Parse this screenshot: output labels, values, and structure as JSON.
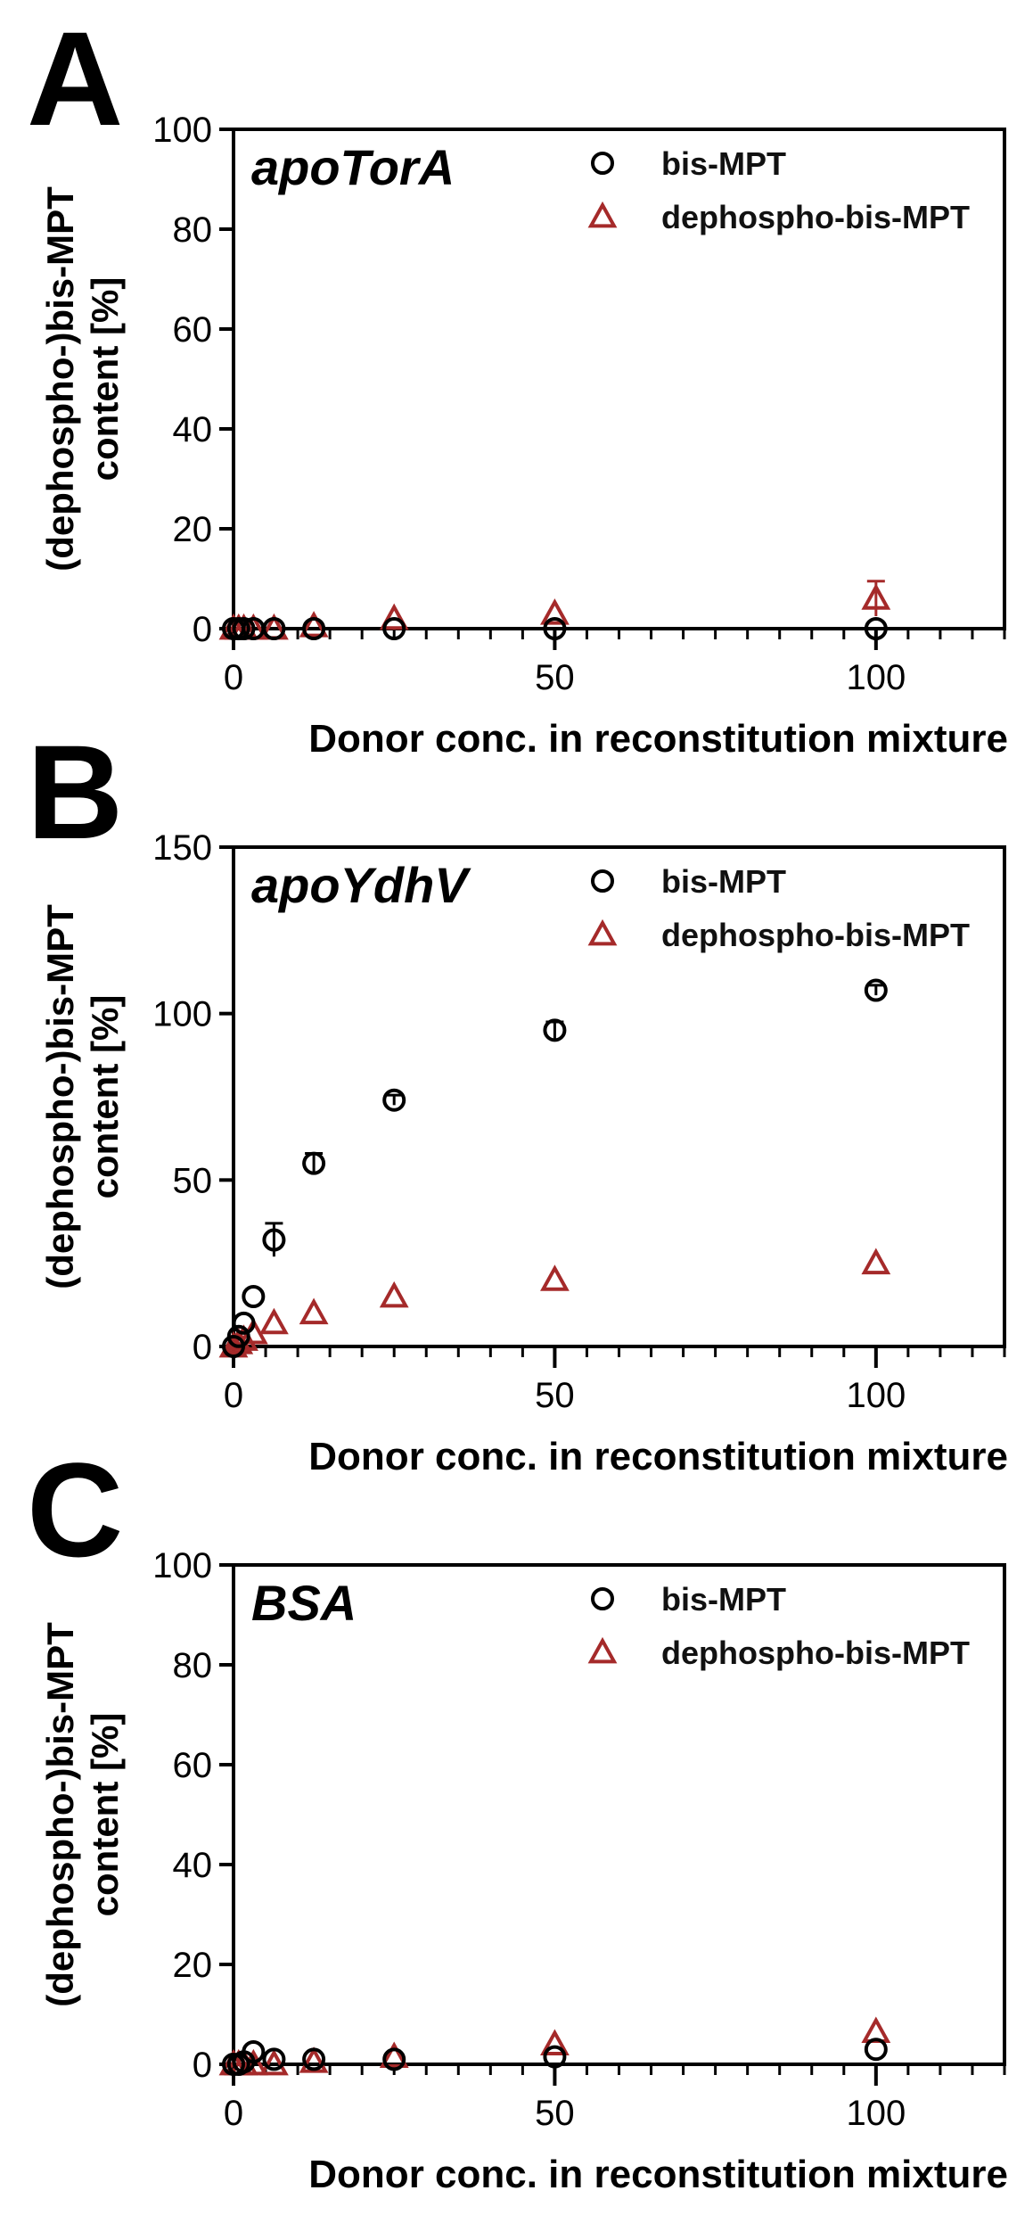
{
  "chart_data": [
    {
      "type": "scatter",
      "panel_label": "A",
      "title": "apoTorA",
      "xlabel": "Donor conc. in reconstitution mixture",
      "ylabel_line1": "(dephospho-)bis-MPT",
      "ylabel_line2": "content [%]",
      "xlim": [
        0,
        120
      ],
      "ylim": [
        0,
        100
      ],
      "xticks": [
        0,
        50,
        100
      ],
      "yticks": [
        0,
        20,
        40,
        60,
        80,
        100
      ],
      "grid": false,
      "legend_position": "top-right",
      "series": [
        {
          "name": "bis-MPT",
          "marker": "circle",
          "color": "#000000",
          "points": [
            {
              "x": 0,
              "y": 0,
              "err": 0
            },
            {
              "x": 0.8,
              "y": 0,
              "err": 0
            },
            {
              "x": 1.6,
              "y": 0,
              "err": 0
            },
            {
              "x": 3.1,
              "y": 0,
              "err": 0
            },
            {
              "x": 6.3,
              "y": 0,
              "err": 0
            },
            {
              "x": 12.5,
              "y": 0,
              "err": 0
            },
            {
              "x": 25,
              "y": 0,
              "err": 0
            },
            {
              "x": 50,
              "y": 0,
              "err": 0
            },
            {
              "x": 100,
              "y": 0,
              "err": 0
            }
          ]
        },
        {
          "name": "dephospho-bis-MPT",
          "marker": "triangle",
          "color": "#a52a2a",
          "points": [
            {
              "x": 0,
              "y": 0,
              "err": 0
            },
            {
              "x": 0.8,
              "y": 0,
              "err": 0
            },
            {
              "x": 1.6,
              "y": 0,
              "err": 0
            },
            {
              "x": 3.1,
              "y": 0,
              "err": 0
            },
            {
              "x": 6.3,
              "y": 0,
              "err": 0
            },
            {
              "x": 12.5,
              "y": 0.5,
              "err": 0
            },
            {
              "x": 25,
              "y": 2,
              "err": 0
            },
            {
              "x": 50,
              "y": 3,
              "err": 0
            },
            {
              "x": 100,
              "y": 6,
              "err": 3.5
            }
          ]
        }
      ]
    },
    {
      "type": "scatter",
      "panel_label": "B",
      "title": "apoYdhV",
      "xlabel": "Donor conc. in reconstitution mixture",
      "ylabel_line1": "(dephospho-)bis-MPT",
      "ylabel_line2": "content [%]",
      "xlim": [
        0,
        120
      ],
      "ylim": [
        0,
        150
      ],
      "xticks": [
        0,
        50,
        100
      ],
      "yticks": [
        0,
        50,
        100,
        150
      ],
      "grid": false,
      "legend_position": "top-right",
      "series": [
        {
          "name": "bis-MPT",
          "marker": "circle",
          "color": "#000000",
          "points": [
            {
              "x": 0,
              "y": 0,
              "err": 0
            },
            {
              "x": 0.8,
              "y": 3,
              "err": 0
            },
            {
              "x": 1.6,
              "y": 7,
              "err": 0
            },
            {
              "x": 3.1,
              "y": 15,
              "err": 0
            },
            {
              "x": 6.3,
              "y": 32,
              "err": 5
            },
            {
              "x": 12.5,
              "y": 55,
              "err": 3
            },
            {
              "x": 25,
              "y": 74,
              "err": 1.5
            },
            {
              "x": 50,
              "y": 95,
              "err": 2.5
            },
            {
              "x": 100,
              "y": 107,
              "err": 1.5
            }
          ]
        },
        {
          "name": "dephospho-bis-MPT",
          "marker": "triangle",
          "color": "#a52a2a",
          "points": [
            {
              "x": 0,
              "y": 0,
              "err": 0
            },
            {
              "x": 0.8,
              "y": 1,
              "err": 0
            },
            {
              "x": 1.6,
              "y": 2,
              "err": 0
            },
            {
              "x": 3.1,
              "y": 4,
              "err": 0
            },
            {
              "x": 6.3,
              "y": 7,
              "err": 0
            },
            {
              "x": 12.5,
              "y": 10,
              "err": 0
            },
            {
              "x": 25,
              "y": 15,
              "err": 0
            },
            {
              "x": 50,
              "y": 20,
              "err": 0
            },
            {
              "x": 100,
              "y": 25,
              "err": 0
            }
          ]
        }
      ]
    },
    {
      "type": "scatter",
      "panel_label": "C",
      "title": "BSA",
      "xlabel": "Donor conc. in reconstitution mixture",
      "ylabel_line1": "(dephospho-)bis-MPT",
      "ylabel_line2": "content [%]",
      "xlim": [
        0,
        120
      ],
      "ylim": [
        0,
        100
      ],
      "xticks": [
        0,
        50,
        100
      ],
      "yticks": [
        0,
        20,
        40,
        60,
        80,
        100
      ],
      "grid": false,
      "legend_position": "top-right",
      "series": [
        {
          "name": "bis-MPT",
          "marker": "circle",
          "color": "#000000",
          "points": [
            {
              "x": 0,
              "y": 0,
              "err": 0
            },
            {
              "x": 0.8,
              "y": 0,
              "err": 0
            },
            {
              "x": 1.6,
              "y": 0.5,
              "err": 0
            },
            {
              "x": 3.1,
              "y": 2.5,
              "err": 0
            },
            {
              "x": 6.3,
              "y": 1,
              "err": 0
            },
            {
              "x": 12.5,
              "y": 1,
              "err": 0
            },
            {
              "x": 25,
              "y": 1,
              "err": 0
            },
            {
              "x": 50,
              "y": 1.5,
              "err": 0
            },
            {
              "x": 100,
              "y": 3,
              "err": 0
            }
          ]
        },
        {
          "name": "dephospho-bis-MPT",
          "marker": "triangle",
          "color": "#a52a2a",
          "points": [
            {
              "x": 0,
              "y": 0,
              "err": 0
            },
            {
              "x": 0.8,
              "y": 0,
              "err": 0
            },
            {
              "x": 1.6,
              "y": 0,
              "err": 0
            },
            {
              "x": 3.1,
              "y": 0,
              "err": 0
            },
            {
              "x": 6.3,
              "y": 0,
              "err": 0
            },
            {
              "x": 12.5,
              "y": 0.5,
              "err": 0
            },
            {
              "x": 25,
              "y": 1.5,
              "err": 0
            },
            {
              "x": 50,
              "y": 4,
              "err": 0
            },
            {
              "x": 100,
              "y": 6.5,
              "err": 0
            }
          ]
        }
      ]
    }
  ]
}
